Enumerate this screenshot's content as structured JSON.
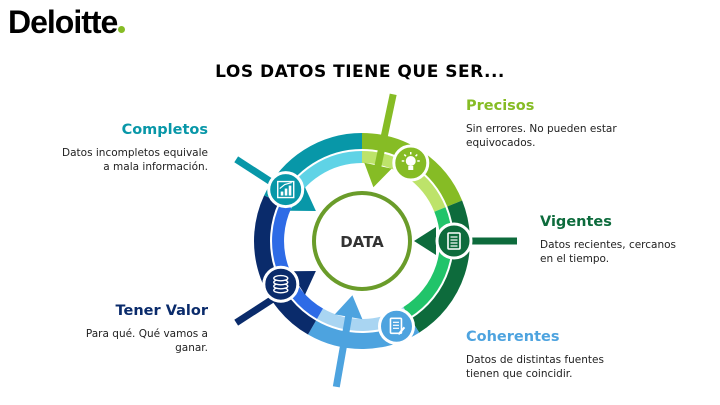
{
  "logo": {
    "text": "Deloitte",
    "dot_color": "#86bc25"
  },
  "title": "LOS DATOS TIENE QUE SER...",
  "center_label": "DATA",
  "items": [
    {
      "key": "precisos",
      "title": "Precisos",
      "desc": "Sin errores. No pueden estar equivocados.",
      "icon": "lightbulb-icon",
      "color": "#86bc25"
    },
    {
      "key": "vigentes",
      "title": "Vigentes",
      "desc": "Datos recientes, cercanos en el tiempo.",
      "icon": "document-icon",
      "color": "#0d6b3c"
    },
    {
      "key": "coherentes",
      "title": "Coherentes",
      "desc": "Datos de distintas fuentes tienen que coincidir.",
      "icon": "form-icon",
      "color": "#4da3df"
    },
    {
      "key": "tener_valor",
      "title": "Tener Valor",
      "desc": "Para qué. Qué vamos a ganar.",
      "icon": "coins-icon",
      "color": "#0a2b6b"
    },
    {
      "key": "completos",
      "title": "Completos",
      "desc": "Datos incompletos equivale a mala información.",
      "icon": "chart-icon",
      "color": "#0897a8"
    }
  ],
  "colors": {
    "center_ring": "#6a9c2a",
    "ring_outer": [
      "#86bc25",
      "#0d6b3c",
      "#4da3df",
      "#0a2b6b",
      "#0897a8"
    ],
    "ring_inner": [
      "#bde36a",
      "#21c46a",
      "#a9d5f2",
      "#2e6be6",
      "#5fd3e6"
    ]
  }
}
